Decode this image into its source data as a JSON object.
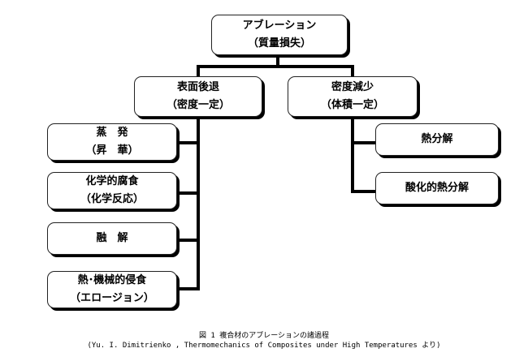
{
  "root": {
    "line1": "アブレーション",
    "line2": "（質量損失）"
  },
  "left_branch": {
    "line1": "表面後退",
    "line2": "（密度一定）"
  },
  "right_branch": {
    "line1": "密度減少",
    "line2": "（体積一定）"
  },
  "left_items": [
    {
      "line1": "蒸　発",
      "line2": "（昇　華）"
    },
    {
      "line1": "化学的腐食",
      "line2": "（化学反応）"
    },
    {
      "line1": "融　解"
    },
    {
      "line1": "熱･機械的侵食",
      "line2": "（エロージョン）"
    }
  ],
  "right_items": [
    {
      "line1": "熱分解"
    },
    {
      "line1": "酸化的熱分解"
    }
  ],
  "caption": {
    "title": "図 1 複合材のアブレーションの諸過程",
    "source": "(Yu. I. Dimitrienko , Thermomechanics of Composites under High Temperatures より)"
  }
}
